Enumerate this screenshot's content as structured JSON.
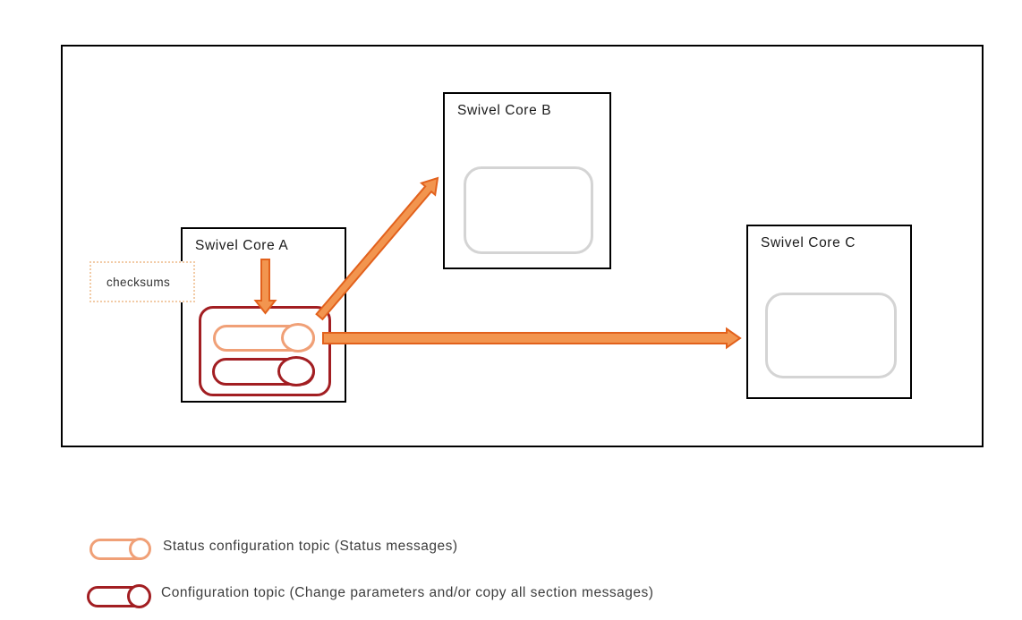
{
  "diagram": {
    "boxes": [
      {
        "id": "swivel-core-a",
        "label": "Swivel Core A"
      },
      {
        "id": "swivel-core-b",
        "label": "Swivel Core B"
      },
      {
        "id": "swivel-core-c",
        "label": "Swivel Core C"
      }
    ],
    "checksums_label": "checksums",
    "arrows": [
      {
        "from": "swivel-core-a",
        "to": "topics-container",
        "direction": "down"
      },
      {
        "from": "topics-container",
        "to": "swivel-core-b",
        "direction": "up-right"
      },
      {
        "from": "topics-container",
        "to": "swivel-core-c",
        "direction": "right"
      }
    ]
  },
  "legend": {
    "items": [
      {
        "id": "status-topic",
        "label": "Status configuration topic (Status messages)",
        "color": "#F0A077"
      },
      {
        "id": "config-topic",
        "label": "Configuration topic (Change parameters and/or copy all section messages)",
        "color": "#A21E22"
      }
    ]
  },
  "colors": {
    "arrow_fill": "#F2954F",
    "arrow_stroke": "#E2611C",
    "status_pill": "#F0A077",
    "config_pill": "#A21E22",
    "placeholder_outline": "#D4D4D4",
    "checksums_border": "#F2CBA6",
    "box_border": "#000000"
  }
}
